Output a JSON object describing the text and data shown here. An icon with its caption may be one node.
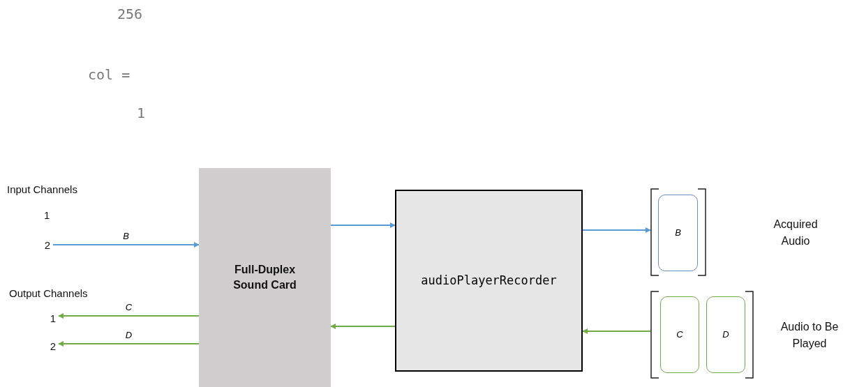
{
  "diagram": {
    "nodes": [
      {
        "text": [
          "2"
        ]
      },
      {
        "text": [
          "Full-Duplex Sound Card"
        ]
      },
      {
        "text": [
          "audioPlayerRecorder"
        ]
      },
      {
        "text": [],
        "shape": "bracket"
      },
      {
        "text": [
          "B"
        ],
        "in": 3
      },
      {
        "text": [],
        "shape": "bracket"
      },
      {
        "text": [
          "C"
        ],
        "in": 5
      },
      {
        "text": [
          "D"
        ],
        "in": 5
      },
      {
        "text": [
          "1"
        ]
      },
      {
        "text": [
          "2"
        ]
      }
    ],
    "edges": [
      {
        "from": 0,
        "to": 1,
        "arrow": "to",
        "label": "B",
        "color": "#5b9bd5"
      },
      {
        "from": 1,
        "to": 2,
        "arrow": "to",
        "color": "#5b9bd5"
      },
      {
        "from": 2,
        "to": 3,
        "arrow": "to",
        "color": "#5b9bd5"
      },
      {
        "from": 5,
        "to": 2,
        "arrow": "to"
      },
      {
        "from": 2,
        "to": 1,
        "arrow": "to"
      },
      {
        "from": 1,
        "to": 8,
        "arrow": "to",
        "label": "C"
      },
      {
        "from": 1,
        "to": 9,
        "arrow": "to",
        "label": "D"
      }
    ],
    "labels": [
      "256",
      "col =",
      "1",
      "Input Channels",
      "1",
      "Output Channels",
      "Acquired Audio",
      "Audio to Be Played"
    ]
  }
}
